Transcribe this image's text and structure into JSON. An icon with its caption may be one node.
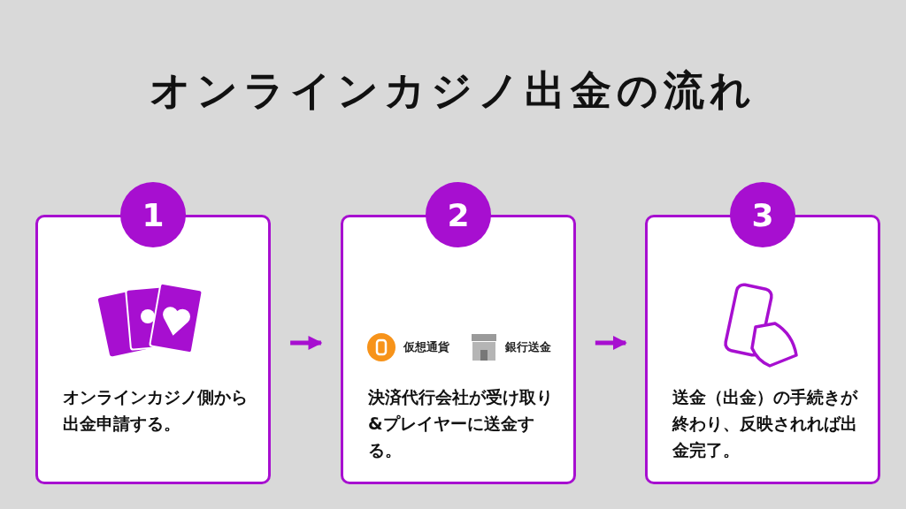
{
  "diagram": {
    "title": "オンラインカジノ出金の流れ",
    "nodes": [
      {
        "text": [
          "1",
          "オンラインカジノ側から出金申請する。"
        ]
      },
      {
        "text": [
          "2",
          "決済代行会社が受け取り&プレイヤーに送金する。"
        ]
      },
      {
        "text": [
          "3",
          "送金（出金）の手続きが終わり、反映されれば出金完了。"
        ]
      }
    ],
    "edges": [
      {
        "from": 0,
        "to": 1,
        "arrow": "to"
      },
      {
        "from": 1,
        "to": 2,
        "arrow": "to"
      }
    ],
    "labels": [
      "仮想通貨",
      "銀行送金"
    ]
  }
}
